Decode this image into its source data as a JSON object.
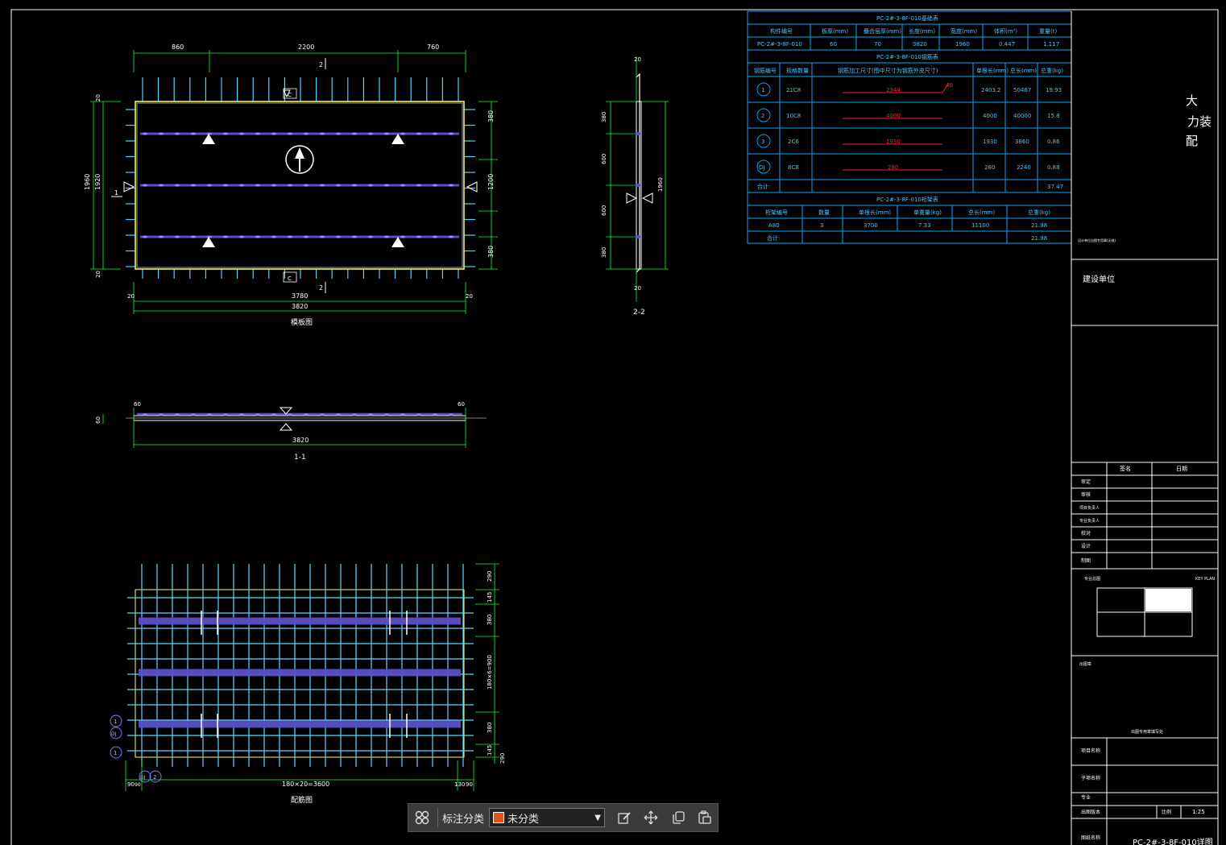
{
  "colors": {
    "background": "#000000",
    "border": "#ffffff",
    "dimension": "#00ff3c",
    "table_line": "#00a8ff",
    "rebar_blue": "#5b4fc8",
    "slab_outline": "#ffff66",
    "red_text": "#ff2020",
    "category_swatch": "#e0541c"
  },
  "plan": {
    "dims_top": [
      "860",
      "2200",
      "760"
    ],
    "section_mark_top": "2",
    "section_mark_bottom": "2",
    "section_mark_left": "1",
    "triangle_top_label": "C",
    "triangle_bottom_label": "C",
    "dims_left_outer": "1960",
    "dims_left_inner": "1920",
    "dims_left_small_top": "20",
    "dims_left_small_bottom": "20",
    "dims_right": [
      "380",
      "1200",
      "380"
    ],
    "dims_bottom_small_left": "20",
    "dims_bottom_small_right": "20",
    "dim_bottom_inner": "3780",
    "dim_bottom_outer": "3820",
    "title": "模板图"
  },
  "section22": {
    "top": "20",
    "bottom": "20",
    "dims": [
      "380",
      "600",
      "600",
      "380"
    ],
    "total": "1960",
    "title": "2-2"
  },
  "section11": {
    "left": "60",
    "right": "60",
    "side_left": "60",
    "total": "3820",
    "title": "1-1"
  },
  "rebar": {
    "dims_right": [
      "290",
      "145",
      "380",
      "180×6=900",
      "380",
      "145",
      "290"
    ],
    "dims_bottom": [
      "90",
      "90",
      "180×20=3600",
      "130",
      "90"
    ],
    "markers": [
      "1",
      "DJ",
      "1",
      "DJ",
      "2"
    ],
    "title": "配筋图"
  },
  "table1": {
    "title": "PC-2#-3-8F-010基础表",
    "headers": [
      "构件编号",
      "板厚(mm)",
      "叠合层厚(mm)",
      "长度(mm)",
      "宽度(mm)",
      "体积(m³)",
      "重量(t)"
    ],
    "row": [
      "PC-2#-3-8F-010",
      "60",
      "70",
      "3820",
      "1960",
      "0.447",
      "1.117"
    ]
  },
  "table2": {
    "title": "PC-2#-3-8F-010钢筋表",
    "headers": [
      "钢筋编号",
      "规格数量",
      "钢筋加工尺寸(图中尺寸为钢筋外皮尺寸)",
      "单根长(mm)",
      "总长(mm)",
      "总重(kg)"
    ],
    "rows": [
      {
        "id": "1",
        "spec": "21C8",
        "shape": "2344",
        "single": "2403.2",
        "total": "50467",
        "weight": "19.93",
        "hook": "40"
      },
      {
        "id": "2",
        "spec": "10C8",
        "shape": "4000",
        "single": "4000",
        "total": "40000",
        "weight": "15.8"
      },
      {
        "id": "3",
        "spec": "2C6",
        "shape": "1930",
        "single": "1930",
        "total": "3860",
        "weight": "0.86"
      },
      {
        "id": "DJ",
        "spec": "8C8",
        "shape": "280",
        "single": "280",
        "total": "2240",
        "weight": "0.88"
      }
    ],
    "total_label": "合计:",
    "total_value": "37.47"
  },
  "table3": {
    "title": "PC-2#-3-8F-010桁架表",
    "headers": [
      "桁架编号",
      "数量",
      "单根长(mm)",
      "单重量(kg)",
      "总长(mm)",
      "总重(kg)"
    ],
    "row": [
      "A80",
      "3",
      "3700",
      "7.33",
      "11100",
      "21.98"
    ],
    "total_label": "合计:",
    "total_value": "21.98"
  },
  "title_block": {
    "company_vertical": [
      "大",
      "力装",
      "配"
    ],
    "small_note": "设计单位出图专用章(无效)",
    "construction_unit": "建设单位",
    "sign_headers": [
      "签名",
      "日期"
    ],
    "sign_rows": [
      "审定",
      "审核",
      "项目负责人",
      "专业负责人",
      "校对",
      "设计",
      "制图"
    ],
    "key_plan_left": "专业总图",
    "key_plan_right": "KEY PLAN",
    "stamp_label": "出图章",
    "stamp_note": "出图专用章填写处",
    "project_name": "项目名称",
    "sub_name": "子项名称",
    "profession": "专业",
    "version": "出图版本",
    "scale_label": "比例",
    "scale_value": "1:25",
    "drawing_name": "图纸名称",
    "drawing_title": "PC-2#-3-8F-010详图"
  },
  "toolbar": {
    "category_label": "标注分类",
    "category_value": "未分类",
    "icons": [
      "grid-icon",
      "edit-icon",
      "move-icon",
      "copy-icon",
      "paste-icon"
    ]
  }
}
